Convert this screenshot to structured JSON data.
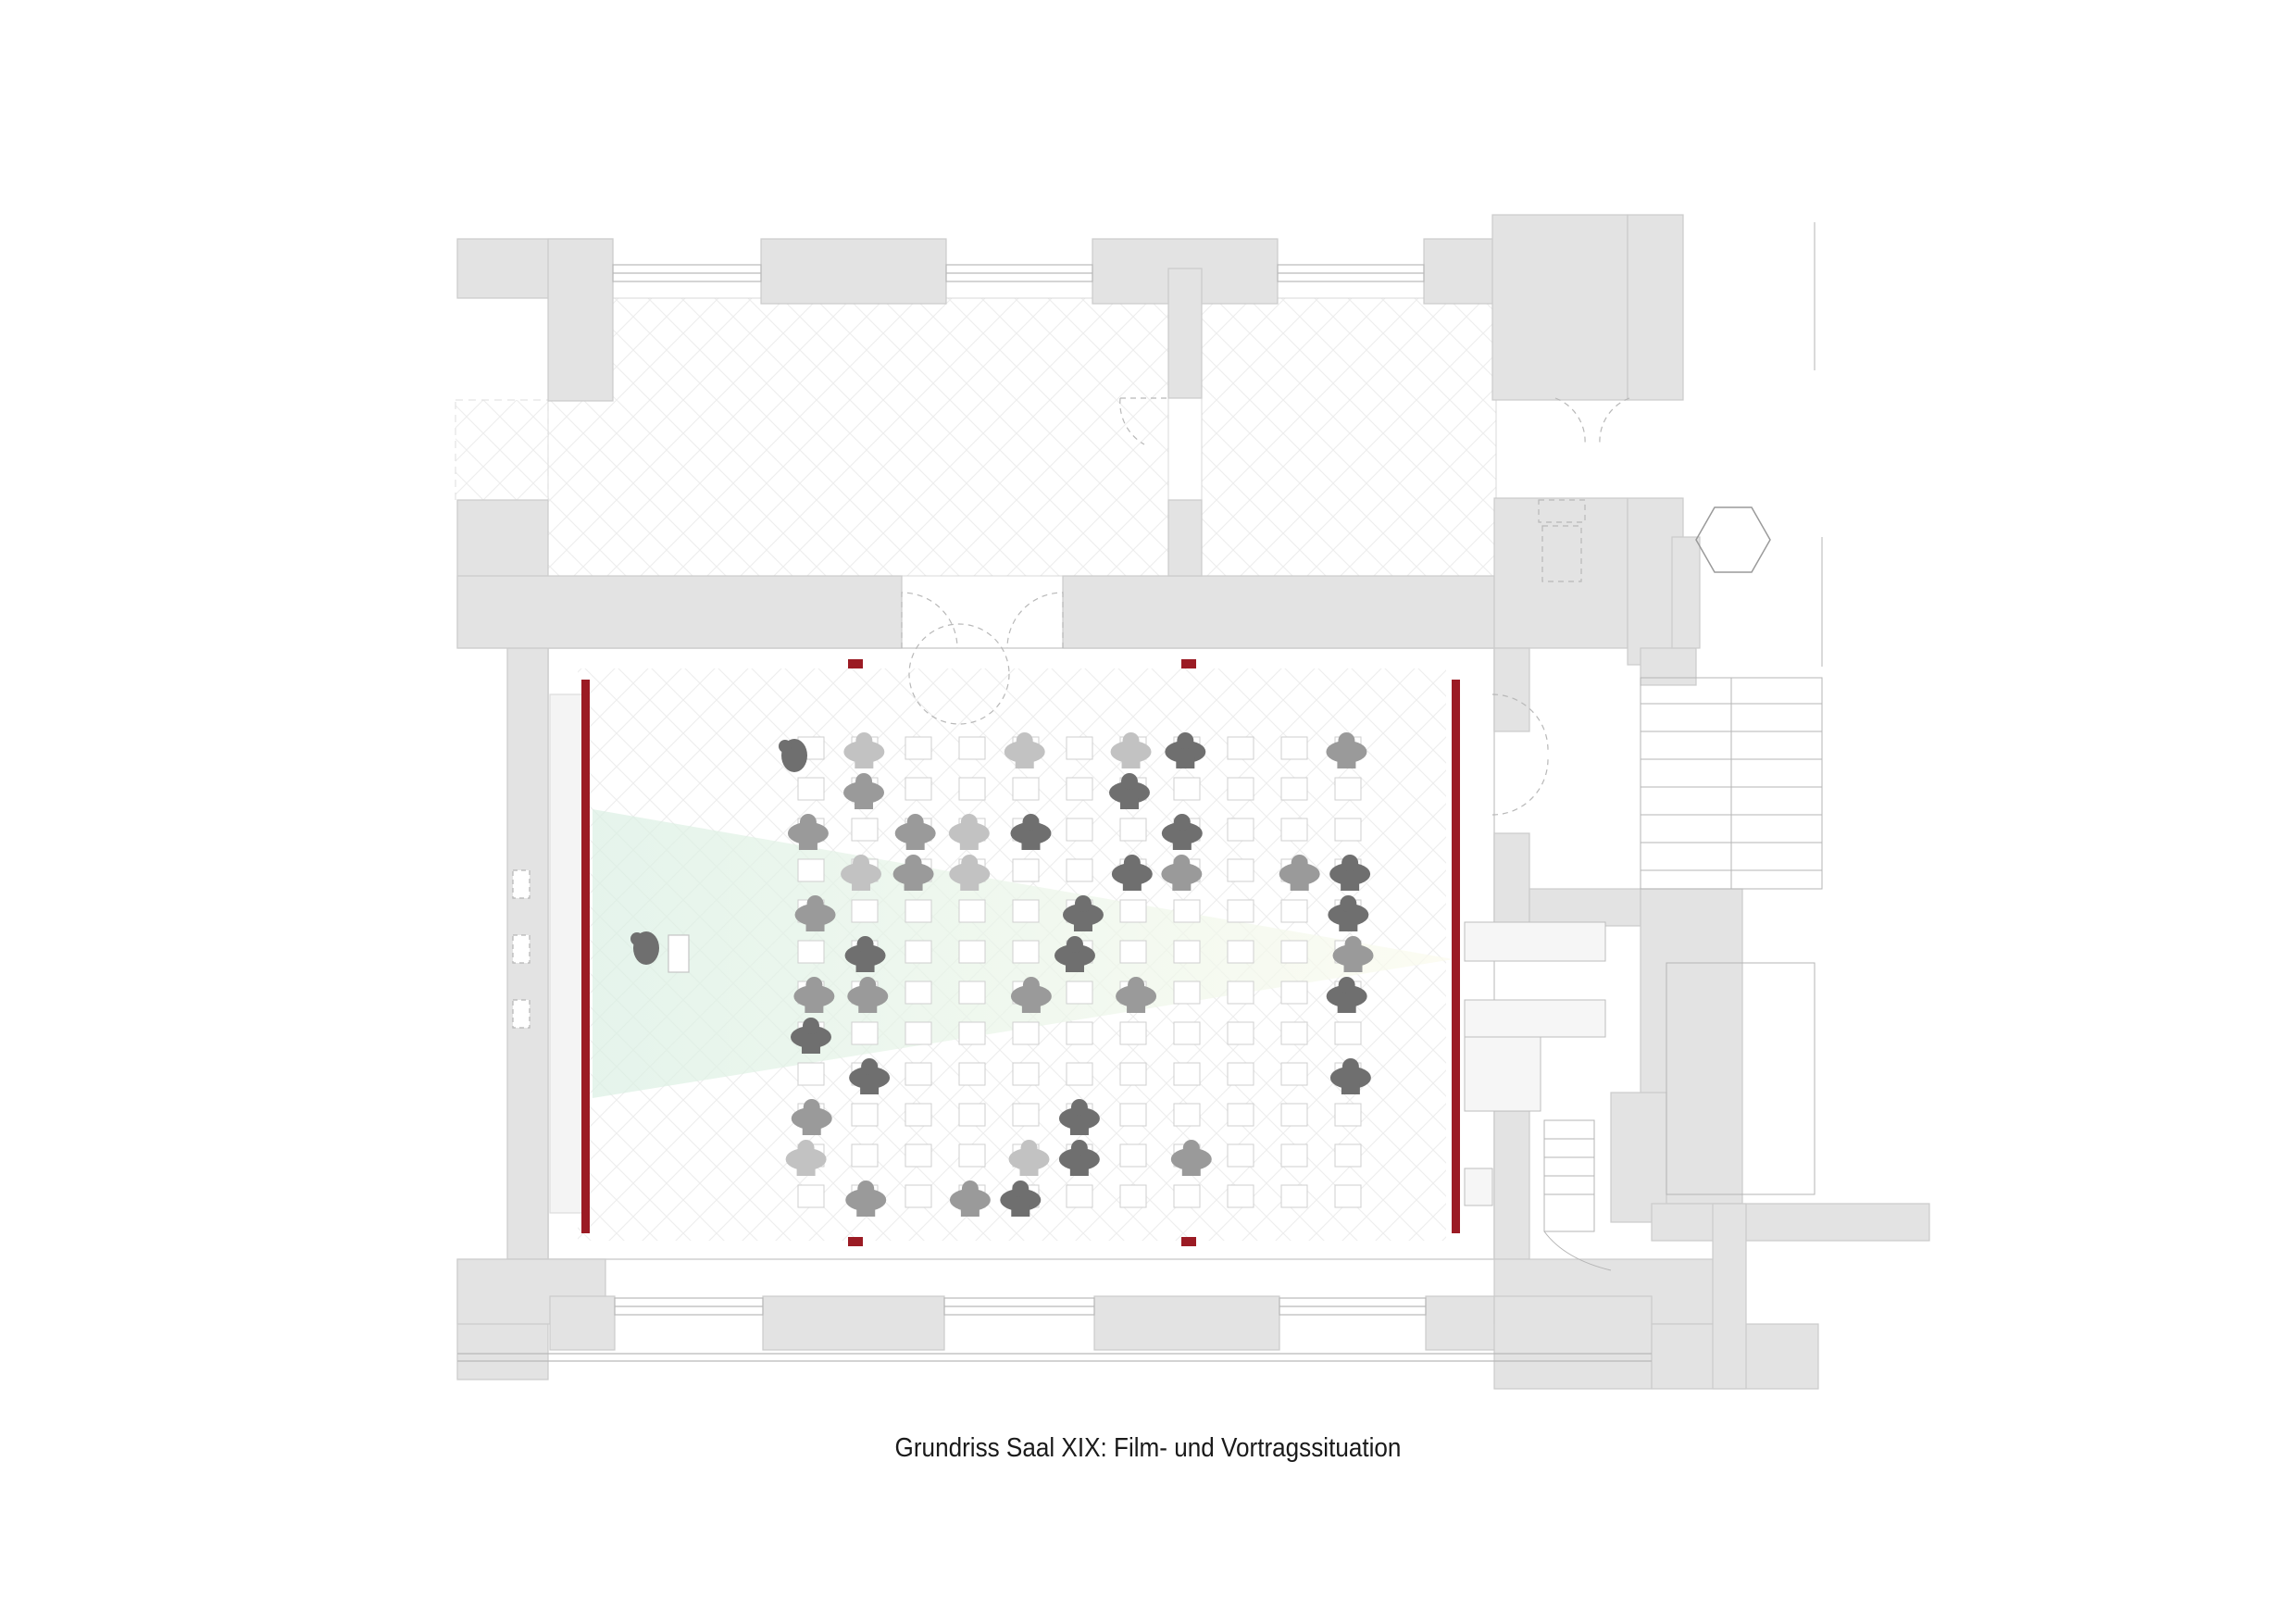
{
  "caption": "Grundriss Saal XIX: Film- und Vortragssituation",
  "colors": {
    "wall": "#e3e3e3",
    "wall_stroke": "#c9c9c9",
    "floor_pattern": "#ececec",
    "screen_red": "#9b1b24",
    "person_dark": "#6f6f6f",
    "person_mid": "#9a9a9a",
    "person_light": "#c2c2c2",
    "projection_light": "#dff0e4",
    "line": "#a8a8a8"
  },
  "icons": [
    "person-figure-icon",
    "chair-icon",
    "projection-beam-icon",
    "double-door-icon",
    "hexagon-table-icon",
    "staircase-icon"
  ],
  "seating": {
    "rows": 12,
    "seats_per_row": 11
  }
}
